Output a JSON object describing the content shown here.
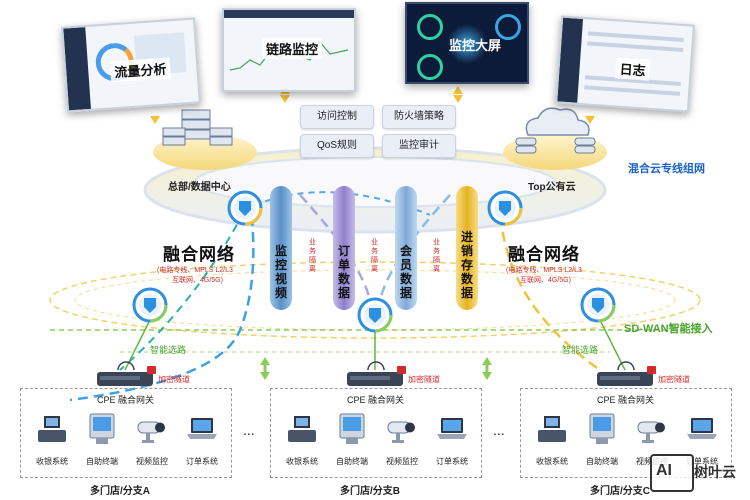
{
  "screens": [
    {
      "label": "流量分析"
    },
    {
      "label": "链路监控"
    },
    {
      "label": "监控大屏"
    },
    {
      "label": "日志"
    }
  ],
  "policies": [
    "访问控制",
    "防火墙策略",
    "QoS规则",
    "监控审计"
  ],
  "hq_label": "总部/数据中心",
  "cloud_label": "Top公有云",
  "mixed_cloud_label": "混合云专线组网",
  "fusion_left": {
    "title": "融合网络",
    "line1": "(电路专线、MPLS  L2/L3",
    "line2": "互联网、4G/5G)"
  },
  "fusion_right": {
    "title": "融合网络",
    "line1": "(电路专线、MPLS  L2/L3",
    "line2": "互联网、4G/5G)"
  },
  "pillars": [
    {
      "text": "监控视频",
      "color": "#6fa6d6"
    },
    {
      "text": "订单数据",
      "color": "#9b8ed0"
    },
    {
      "text": "会员数据",
      "color": "#8fb8e0"
    },
    {
      "text": "进销存数据",
      "color": "#f2c23a"
    }
  ],
  "isolation_label": "业务隔离",
  "sdwan_label": "SD-WAN智能接入",
  "smart_route": "智能选路",
  "encrypt_tunnel": "加密隧道",
  "cpe_label": "CPE 融合网关",
  "devices": [
    "收银系统",
    "自助终端",
    "视频监控",
    "订单系统"
  ],
  "branches": [
    "多门店/分支A",
    "多门店/分支B",
    "多门店/分支C"
  ],
  "ellipsis": "...",
  "watermark": "树叶云",
  "watermark_ai": "AI"
}
